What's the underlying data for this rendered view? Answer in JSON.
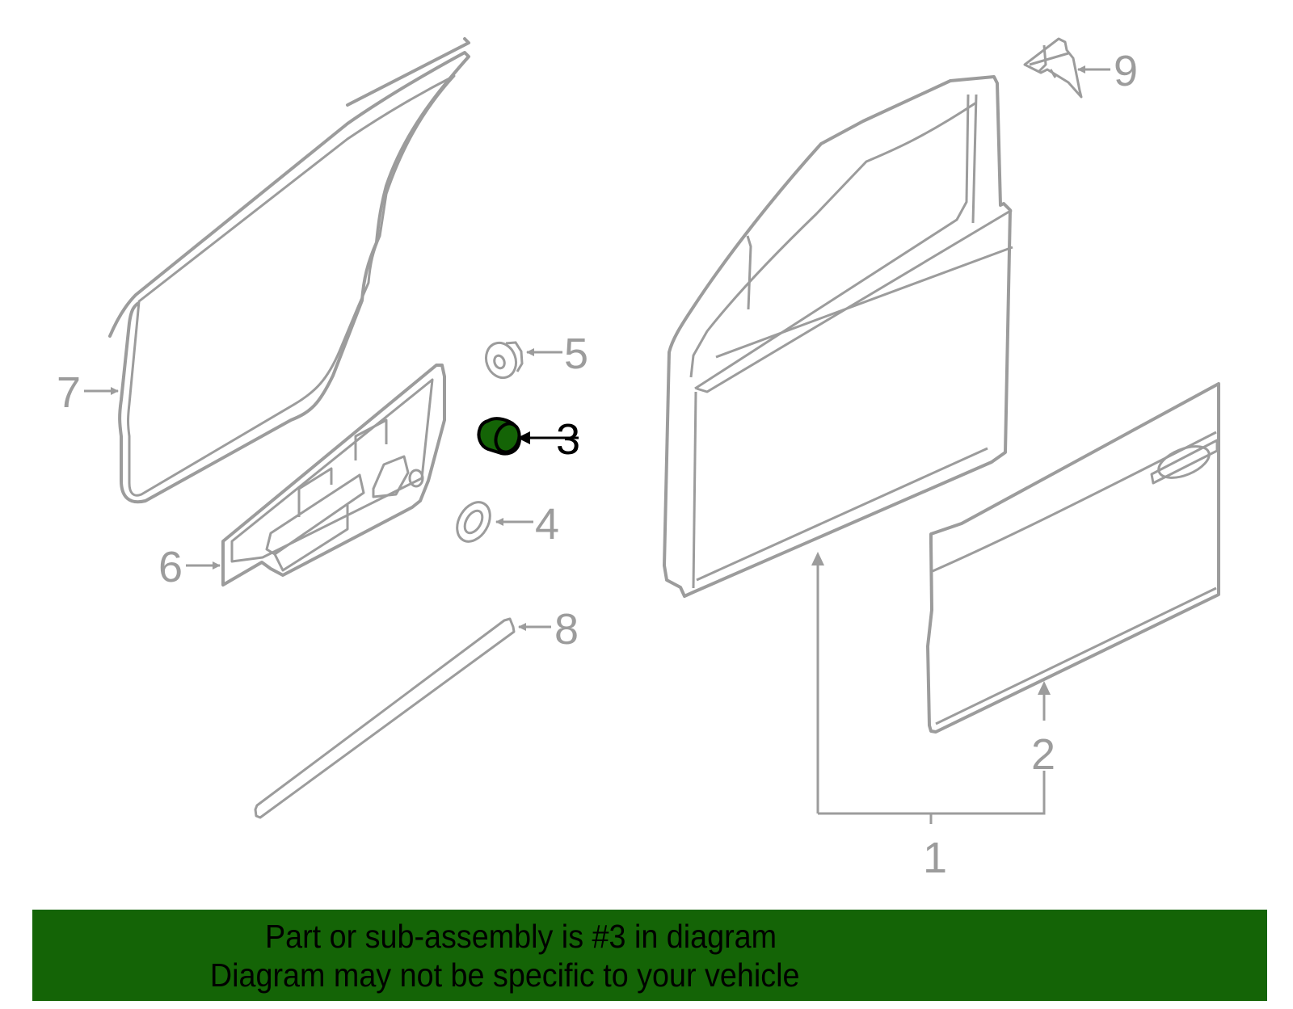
{
  "colors": {
    "line": "#9c9c9c",
    "highlight_fill": "#146406",
    "highlight_stroke": "#000000",
    "highlight_label": "#000000",
    "banner_bg": "#146406",
    "banner_text": "#000000"
  },
  "diagram": {
    "highlighted_part": "3",
    "callouts": [
      {
        "number": "1",
        "part": "door-shell-assembly"
      },
      {
        "number": "2",
        "part": "outer-door-panel"
      },
      {
        "number": "3",
        "part": "bumper-plug",
        "highlighted": true
      },
      {
        "number": "4",
        "part": "washer"
      },
      {
        "number": "5",
        "part": "clip"
      },
      {
        "number": "6",
        "part": "inner-trim-panel"
      },
      {
        "number": "7",
        "part": "door-weatherstrip"
      },
      {
        "number": "8",
        "part": "belt-molding-strip"
      },
      {
        "number": "9",
        "part": "mirror-bracket"
      }
    ],
    "labels": {
      "n1": "1",
      "n2": "2",
      "n3": "3",
      "n4": "4",
      "n5": "5",
      "n6": "6",
      "n7": "7",
      "n8": "8",
      "n9": "9"
    }
  },
  "banner": {
    "line1": "Part or sub-assembly is #3 in diagram",
    "line2": "Diagram may not be specific to your vehicle"
  }
}
